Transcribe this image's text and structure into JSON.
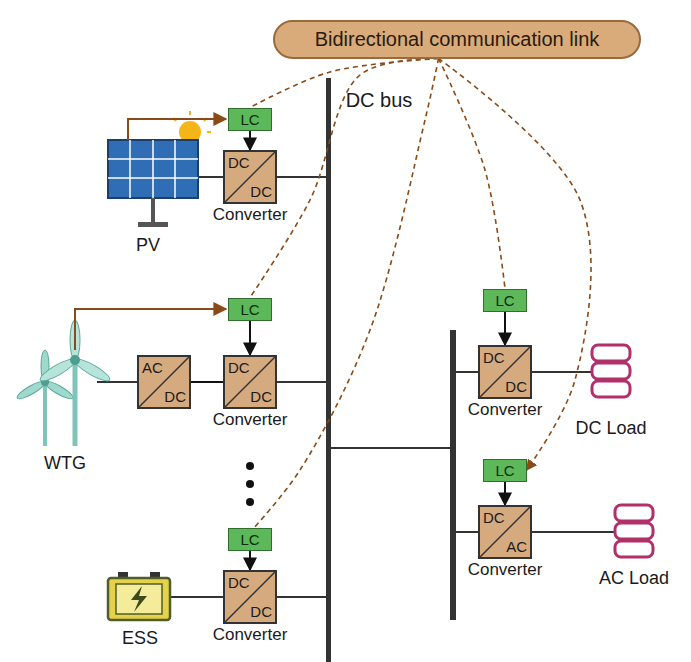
{
  "diagram": {
    "nodes": [
      {
        "text": [
          "Bidirectional communication link"
        ]
      },
      {
        "text": [
          "LC"
        ]
      },
      {
        "text": [
          "DC",
          "DC",
          "Converter"
        ]
      },
      {
        "text": [
          "LC"
        ]
      },
      {
        "text": [
          "AC",
          "DC"
        ]
      },
      {
        "text": [
          "DC",
          "DC",
          "Converter"
        ]
      },
      {
        "text": [
          "LC"
        ]
      },
      {
        "text": [
          "DC",
          "DC",
          "Converter"
        ]
      },
      {
        "text": [
          "LC"
        ]
      },
      {
        "text": [
          "DC",
          "DC",
          "Converter"
        ]
      },
      {
        "text": [
          "LC"
        ]
      },
      {
        "text": [
          "DC",
          "AC",
          "Converter"
        ]
      }
    ],
    "edges": [
      {
        "from": 0,
        "to": 1,
        "arrow": "none"
      },
      {
        "from": 0,
        "to": 3,
        "arrow": "none"
      },
      {
        "from": 0,
        "to": 6,
        "arrow": "none"
      },
      {
        "from": 0,
        "to": 8,
        "arrow": "none"
      },
      {
        "from": 0,
        "to": 10,
        "arrow": "to"
      },
      {
        "from": 1,
        "to": 2,
        "arrow": "to"
      },
      {
        "from": 3,
        "to": 5,
        "arrow": "to"
      },
      {
        "from": 6,
        "to": 7,
        "arrow": "to"
      },
      {
        "from": 8,
        "to": 9,
        "arrow": "to"
      },
      {
        "from": 10,
        "to": 11,
        "arrow": "to"
      },
      {
        "from": 4,
        "to": 5,
        "arrow": "none"
      }
    ],
    "labels": [
      "DC bus",
      "PV",
      "WTG",
      "ESS",
      "DC Load",
      "AC Load"
    ]
  }
}
